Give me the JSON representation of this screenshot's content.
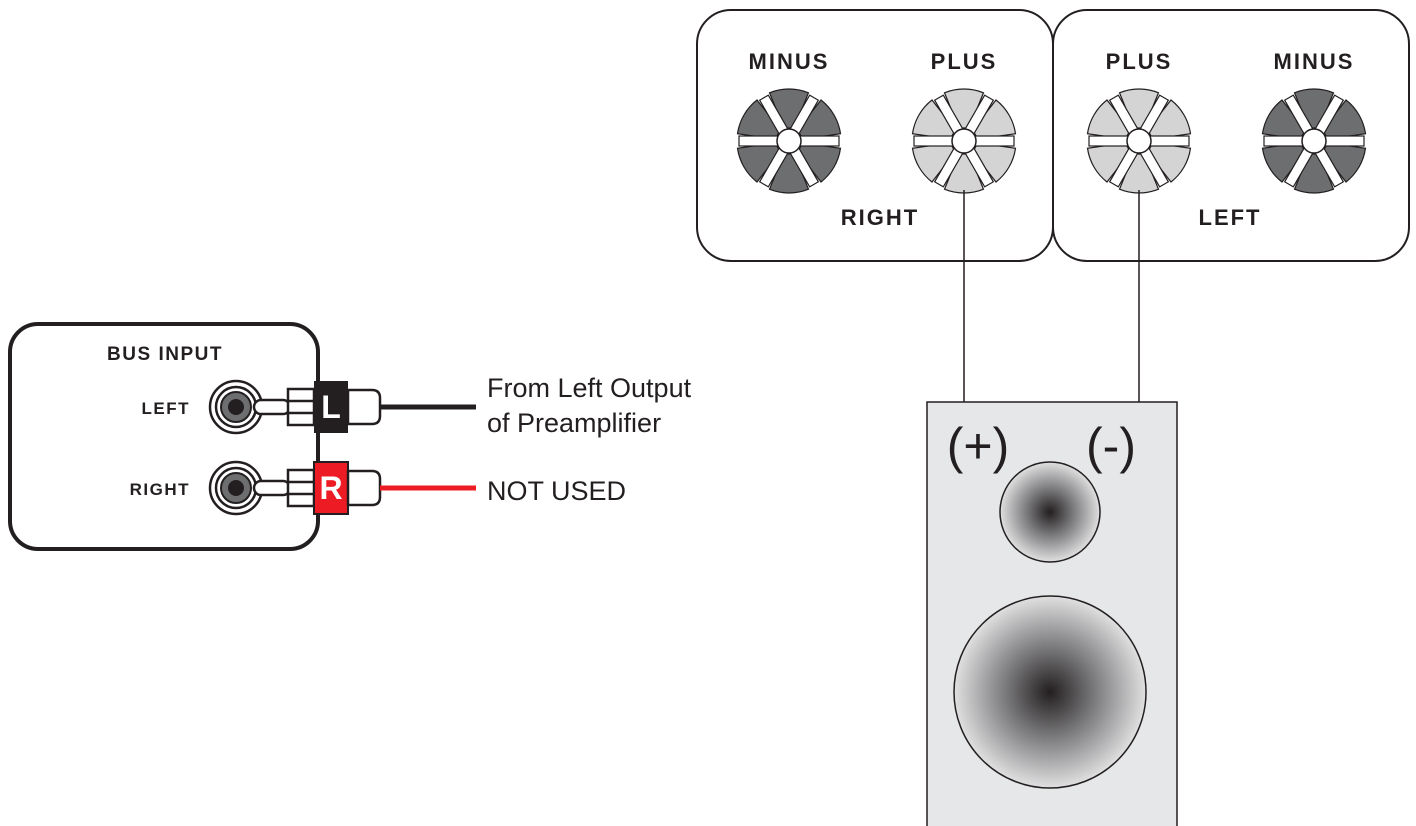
{
  "bus_input": {
    "title": "BUS INPUT",
    "left_label": "LEFT",
    "right_label": "RIGHT",
    "left_plug_letter": "L",
    "right_plug_letter": "R"
  },
  "notes": {
    "left_line1": "From Left Output",
    "left_line2": "of Preamplifier",
    "right": "NOT USED"
  },
  "amp_terminals": {
    "right_channel": {
      "label": "RIGHT",
      "minus": "MINUS",
      "plus": "PLUS"
    },
    "left_channel": {
      "label": "LEFT",
      "plus": "PLUS",
      "minus": "MINUS"
    }
  },
  "speaker": {
    "plus_label": "(+)",
    "minus_label": "(-)"
  },
  "colors": {
    "outline": "#231f20",
    "red_cable": "#ed1c24",
    "black_cable": "#231f20",
    "plus_terminal": "#d4d4d4",
    "minus_terminal": "#6d6e70",
    "speaker_face": "#e6e7e8"
  }
}
